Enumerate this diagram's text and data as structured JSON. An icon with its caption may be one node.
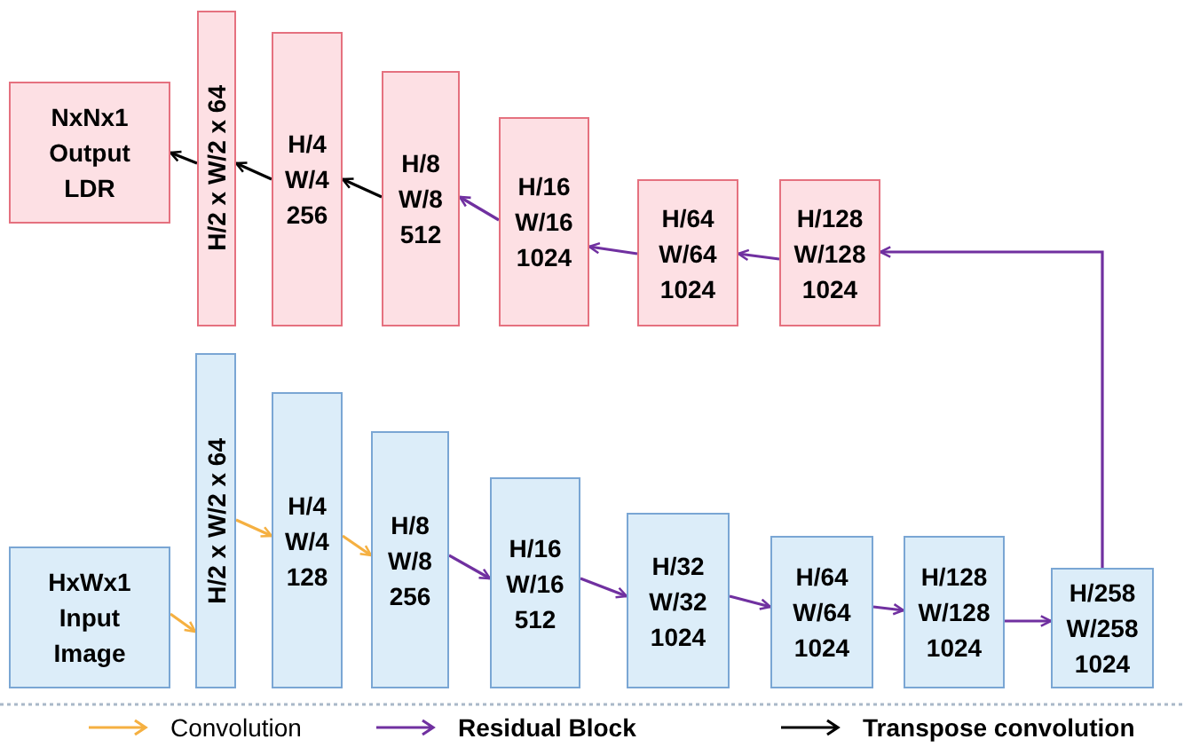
{
  "diagram": {
    "nodes": [
      {
        "text": [
          "NxNx1 Output LDR"
        ]
      },
      {
        "text": [
          "H/2 x W/2 x 64"
        ]
      },
      {
        "text": [
          "H/4 W/4 256"
        ]
      },
      {
        "text": [
          "H/8 W/8 512"
        ]
      },
      {
        "text": [
          "H/16 W/16 1024"
        ]
      },
      {
        "text": [
          "H/64 W/64 1024"
        ]
      },
      {
        "text": [
          "H/128 W/128 1024"
        ]
      },
      {
        "text": [
          "HxWx1 Input Image"
        ]
      },
      {
        "text": [
          "H/2 x W/2 x 64"
        ]
      },
      {
        "text": [
          "H/4 W/4 128"
        ]
      },
      {
        "text": [
          "H/8 W/8 256"
        ]
      },
      {
        "text": [
          "H/16 W/16 512"
        ]
      },
      {
        "text": [
          "H/32 W/32 1024"
        ]
      },
      {
        "text": [
          "H/64 W/64 1024"
        ]
      },
      {
        "text": [
          "H/128 W/128 1024"
        ]
      },
      {
        "text": [
          "H/258 W/258 1024"
        ]
      }
    ],
    "edges": [
      {
        "from": 7,
        "to": 8,
        "arrow": "to",
        "color": "#f5b041"
      },
      {
        "from": 8,
        "to": 9,
        "arrow": "to",
        "color": "#f5b041"
      },
      {
        "from": 9,
        "to": 10,
        "arrow": "to",
        "color": "#f5b041"
      },
      {
        "from": 10,
        "to": 11,
        "arrow": "to"
      },
      {
        "from": 11,
        "to": 12,
        "arrow": "to"
      },
      {
        "from": 12,
        "to": 13,
        "arrow": "to"
      },
      {
        "from": 13,
        "to": 14,
        "arrow": "to"
      },
      {
        "from": 14,
        "to": 15,
        "arrow": "to"
      },
      {
        "from": 15,
        "to": 6,
        "arrow": "to"
      },
      {
        "from": 6,
        "to": 5,
        "arrow": "to"
      },
      {
        "from": 5,
        "to": 4,
        "arrow": "to"
      },
      {
        "from": 4,
        "to": 3,
        "arrow": "to"
      },
      {
        "from": 3,
        "to": 2,
        "arrow": "to",
        "color": "#000000"
      },
      {
        "from": 2,
        "to": 1,
        "arrow": "to",
        "color": "#000000"
      },
      {
        "from": 1,
        "to": 0,
        "arrow": "to",
        "color": "#000000"
      }
    ],
    "legend": [
      {
        "text": "Convolution"
      },
      {
        "text": "Residual Block"
      },
      {
        "text": "Transpose convolution"
      }
    ]
  }
}
